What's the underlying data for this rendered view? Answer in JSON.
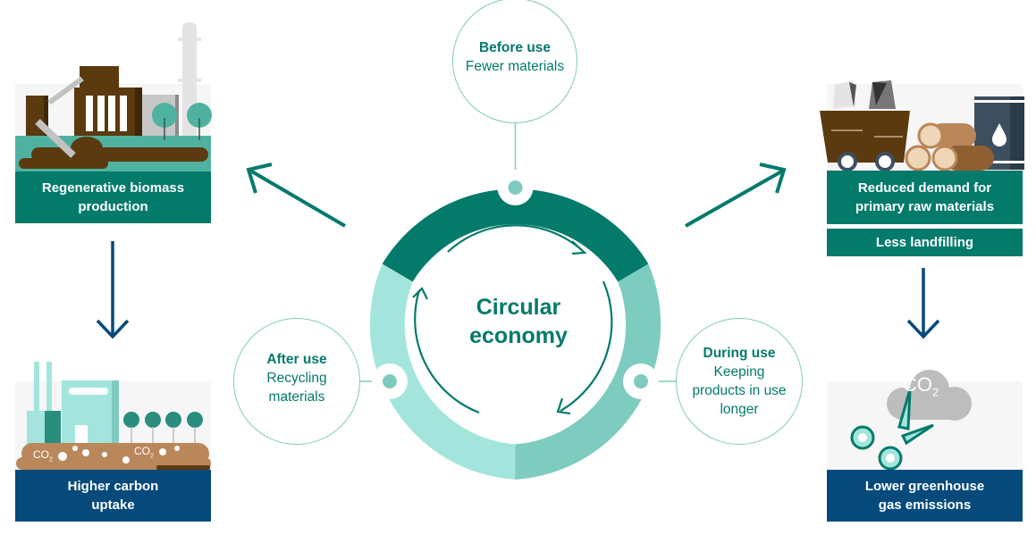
{
  "diagram": {
    "center": {
      "title_line1": "Circular",
      "title_line2": "economy"
    },
    "stages": {
      "before": {
        "title": "Before use",
        "line1": "Fewer materials"
      },
      "during": {
        "title": "During use",
        "line1": "Keeping",
        "line2": "products in use",
        "line3": "longer"
      },
      "after": {
        "title": "After use",
        "line1": "Recycling",
        "line2": "materials"
      }
    },
    "outcomes": {
      "biomass": {
        "line1": "Regenerative biomass",
        "line2": "production"
      },
      "carbon": {
        "line1": "Higher carbon",
        "line2": "uptake"
      },
      "raw_materials": {
        "line1": "Reduced demand for",
        "line2": "primary raw materials"
      },
      "landfill": {
        "line1": "Less landfilling"
      },
      "emissions": {
        "line1": "Lower greenhouse",
        "line2": "gas emissions"
      }
    },
    "labels": {
      "co2": "CO",
      "co2_sub": "2"
    },
    "colors": {
      "dark_teal": "#047a6b",
      "mid_teal": "#7ecbc0",
      "light_teal": "#a3e5dc",
      "navy": "#064a7c",
      "brown": "#5b3a10",
      "tan": "#b9875a",
      "grey_bg": "#f6f6f6"
    }
  }
}
